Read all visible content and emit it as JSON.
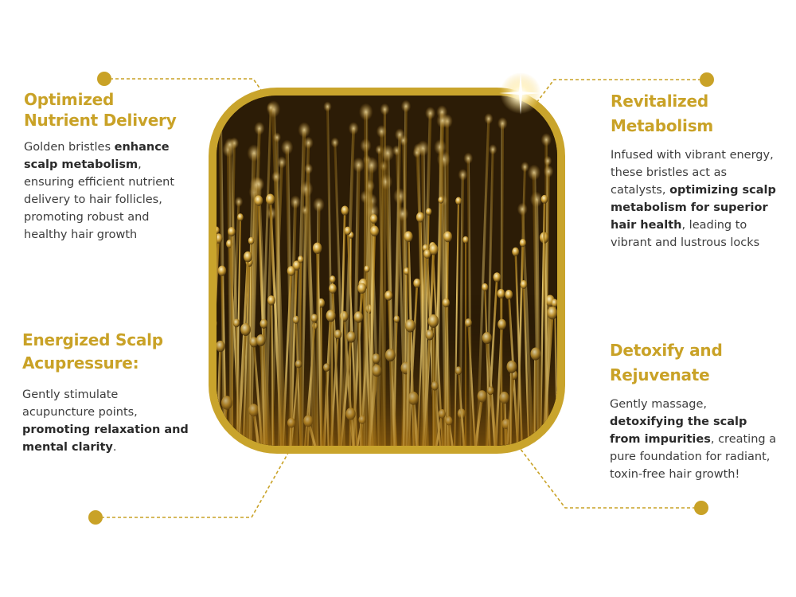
{
  "features": [
    {
      "title_line1": "Optimized",
      "title_line2": "Nutrient Delivery",
      "body_pre": "Golden bristles ",
      "body_bold": "enhance scalp metabolism",
      "body_post": ", ensuring efficient nutrient delivery to hair follicles, promoting robust and healthy hair growth"
    },
    {
      "title_line1": "Revitalized",
      "title_line2": "Metabolism",
      "body_pre": "Infused with vibrant energy, these bristles act as catalysts, ",
      "body_bold": "optimizing scalp metabolism for superior hair health",
      "body_post": ", leading to vibrant and lustrous locks"
    },
    {
      "title_line1": "Energized Scalp",
      "title_line2": "Acupressure:",
      "body_pre": "Gently stimulate acupuncture points, ",
      "body_bold": "promoting relaxation and mental clarity",
      "body_post": "."
    },
    {
      "title_line1": "Detoxify and",
      "title_line2": "Rejuvenate",
      "body_pre": "Gently massage, ",
      "body_bold": "detoxifying the scalp from impurities",
      "body_post": ", creating a pure foundation for radiant, toxin-free hair growth!"
    }
  ],
  "colors": {
    "accent_gold": "#c9a227",
    "frame_gold": "#c9a42c",
    "body_text": "#3d3d3d"
  },
  "image": {
    "subject": "golden-bristle-brush-closeup"
  }
}
